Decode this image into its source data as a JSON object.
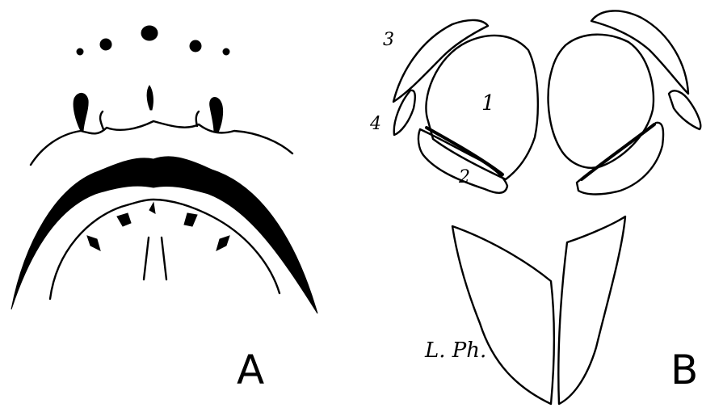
{
  "panels": {
    "a": {
      "letter": "A"
    },
    "b": {
      "letter": "B",
      "part_labels": [
        "1",
        "2",
        "3",
        "4"
      ],
      "region_label": "L. Ph."
    }
  }
}
